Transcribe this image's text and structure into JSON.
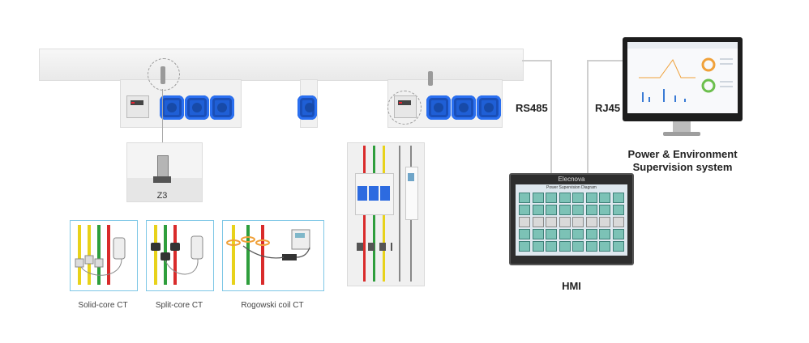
{
  "links": {
    "rs485": "RS485",
    "rj45": "RJ45"
  },
  "zone_label": "Z3",
  "hmi": {
    "label": "HMI",
    "brand": "Elecnova",
    "screen_title": "Power Supervision Diagram"
  },
  "system": {
    "title_line1": "Power & Environment",
    "title_line2": "Supervision system"
  },
  "ct_types": [
    {
      "caption": "Solid-core CT"
    },
    {
      "caption": "Split-core CT"
    },
    {
      "caption": "Rogowski coil CT"
    }
  ],
  "colors": {
    "socket_blue": "#1f5fd6",
    "ct_frame": "#7ec7e6",
    "wire_yellow": "#e8d21a",
    "wire_green": "#2e9e3c",
    "wire_red": "#d92b2b",
    "gauge_orange": "#f0a13a",
    "gauge_green": "#6cbf4d"
  }
}
